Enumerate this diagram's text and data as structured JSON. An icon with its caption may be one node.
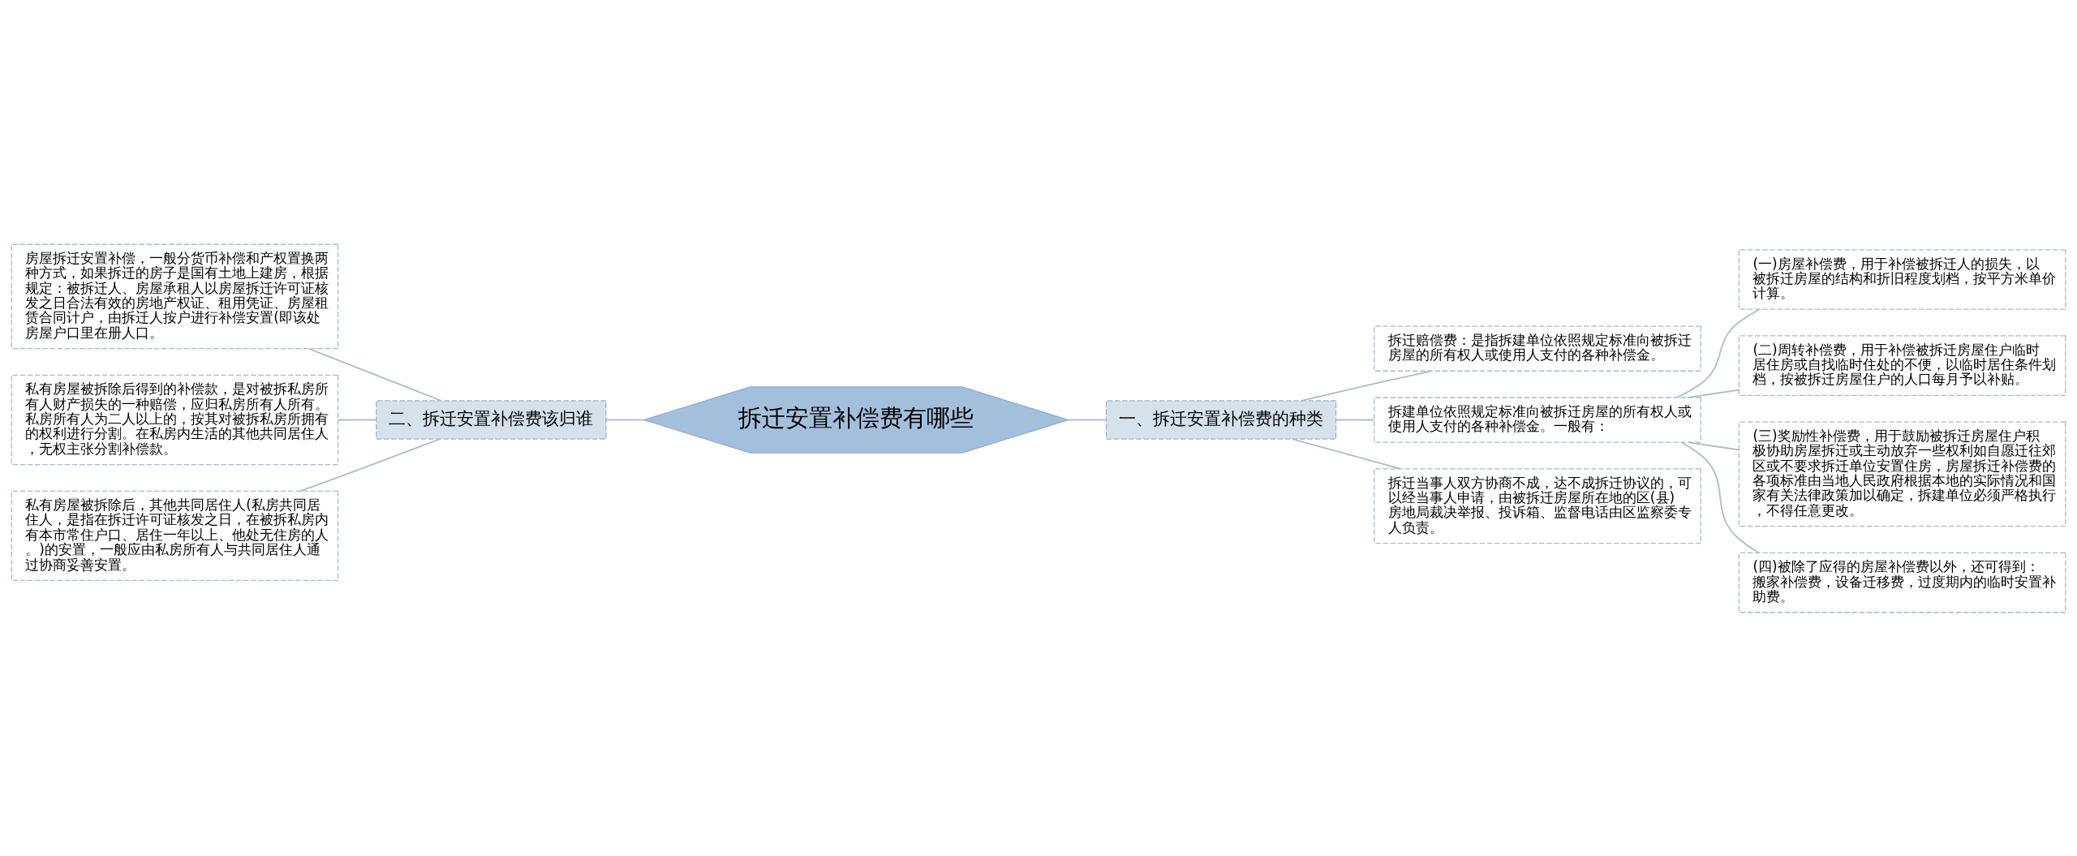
{
  "diagram": {
    "nodes": [
      {
        "text": [
          "拆迁安置补偿费有哪些"
        ]
      },
      {
        "text": [
          "一、拆迁安置补偿费的种类"
        ]
      },
      {
        "text": [
          "拆迁赔偿费：是指拆建单位依照规定标准向被拆迁房屋的所有权人或使用人支付的各种补偿金。"
        ]
      },
      {
        "text": [
          "拆建单位依照规定标准向被拆迁房屋的所有权人或使用人支付的各种补偿金。一般有："
        ]
      },
      {
        "text": [
          "(一)房屋补偿费，用于补偿被拆迁人的损失，以被拆迁房屋的结构和折旧程度划档，按平方米单价计算。"
        ]
      },
      {
        "text": [
          "(二)周转补偿费，用于补偿被拆迁房屋住户临时居住房或自找临时住处的不便，以临时居住条件划档，按被拆迁房屋住户的人口每月予以补贴。"
        ]
      },
      {
        "text": [
          "(三)奖励性补偿费，用于鼓励被拆迁房屋住户积极协助房屋拆迁或主动放弃一些权利如自愿迁往郊区或不要求拆迁单位安置住房，房屋拆迁补偿费的各项标准由当地人民政府根据本地的实际情况和国家有关法律政策加以确定，拆建单位必须严格执行，不得任意更改。"
        ]
      },
      {
        "text": [
          "(四)被除了应得的房屋补偿费以外，还可得到：搬家补偿费，设备迁移费，过度期内的临时安置补助费。"
        ]
      },
      {
        "text": [
          "拆迁当事人双方协商不成，达不成拆迁协议的，可以经当事人申请，由被拆迁房屋所在地的区(县)房地局裁决举报、投诉箱、监督电话由区监察委专人负责。"
        ]
      },
      {
        "text": [
          "二、拆迁安置补偿费该归谁"
        ]
      },
      {
        "text": [
          "房屋拆迁安置补偿，一般分货币补偿和产权置换两种方式，如果拆迁的房子是国有土地上建房，根据规定：被拆迁人、房屋承租人以房屋拆迁许可证核发之日合法有效的房地产权证、租用凭证、房屋租赁合同计户，由拆迁人按户进行补偿安置(即该处房屋户口里在册人口。"
        ]
      },
      {
        "text": [
          "私有房屋被拆除后得到的补偿款，是对被拆私房所有人财产损失的一种赔偿，应归私房所有人所有。私房所有人为二人以上的，按其对被拆私房所拥有的权利进行分割。在私房内生活的其他共同居住人，无权主张分割补偿款。"
        ]
      },
      {
        "text": [
          "私有房屋被拆除后，其他共同居住人(私房共同居住人，是指在拆迁许可证核发之日，在被拆私房内有本市常住户口、居住一年以上、他处无住房的人。)的安置，一般应由私房所有人与共同居住人通过协商妥善安置。"
        ]
      }
    ],
    "edges": [
      {
        "from": 0,
        "to": 1,
        "arrow": "none"
      },
      {
        "from": 1,
        "to": 2,
        "arrow": "none"
      },
      {
        "from": 1,
        "to": 3,
        "arrow": "none"
      },
      {
        "from": 3,
        "to": 4,
        "arrow": "none"
      },
      {
        "from": 3,
        "to": 5,
        "arrow": "none"
      },
      {
        "from": 3,
        "to": 6,
        "arrow": "none"
      },
      {
        "from": 3,
        "to": 7,
        "arrow": "none"
      },
      {
        "from": 1,
        "to": 8,
        "arrow": "none"
      },
      {
        "from": 0,
        "to": 9,
        "arrow": "none"
      },
      {
        "from": 9,
        "to": 10,
        "arrow": "none"
      },
      {
        "from": 9,
        "to": 11,
        "arrow": "none"
      },
      {
        "from": 9,
        "to": 12,
        "arrow": "none"
      }
    ]
  }
}
